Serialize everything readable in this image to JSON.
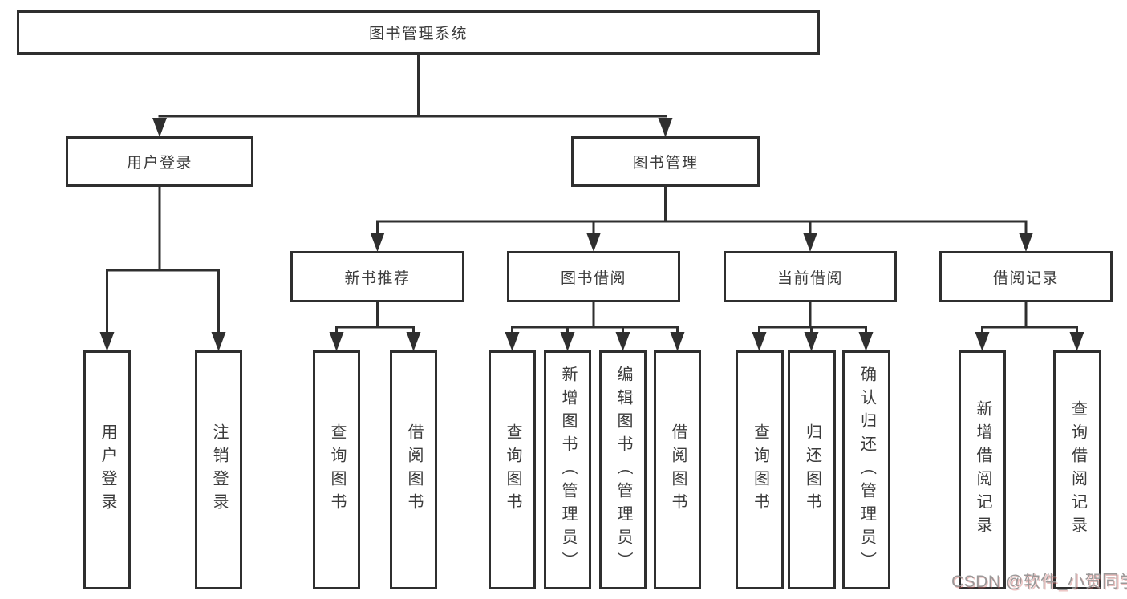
{
  "tree": {
    "label": "图书管理系统",
    "children": [
      {
        "label": "用户登录",
        "children": [
          {
            "label": "用户登录"
          },
          {
            "label": "注销登录"
          }
        ]
      },
      {
        "label": "图书管理",
        "children": [
          {
            "label": "新书推荐",
            "children": [
              {
                "label": "查询图书"
              },
              {
                "label": "借阅图书"
              }
            ]
          },
          {
            "label": "图书借阅",
            "children": [
              {
                "label": "查询图书"
              },
              {
                "label": "新增图书（管理员）"
              },
              {
                "label": "编辑图书（管理员）"
              },
              {
                "label": "借阅图书"
              }
            ]
          },
          {
            "label": "当前借阅",
            "children": [
              {
                "label": "查询图书"
              },
              {
                "label": "归还图书"
              },
              {
                "label": "确认归还（管理员）"
              }
            ]
          },
          {
            "label": "借阅记录",
            "children": [
              {
                "label": "新增借阅记录"
              },
              {
                "label": "查询借阅记录"
              }
            ]
          }
        ]
      }
    ]
  },
  "watermark": {
    "text": "CSDN @软件_小贺同学"
  },
  "colors": {
    "line": "#2f2f2f",
    "box_border": "#2f2f2f",
    "text": "#3c3c3c",
    "background": "#ffffff",
    "watermark_gray": "#969494",
    "watermark_red_fringe": "#cd6260"
  }
}
